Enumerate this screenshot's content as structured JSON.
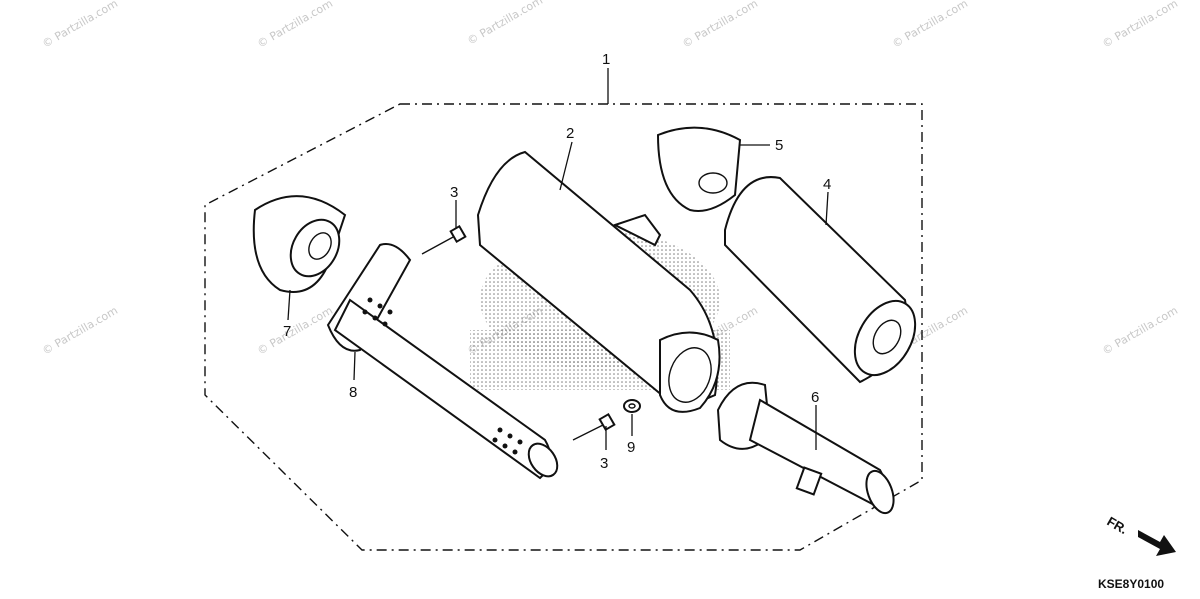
{
  "watermark": "© Partzilla.com",
  "diagram_code": "KSE8Y0100",
  "front_label": "FR.",
  "callouts": [
    {
      "id": "c1",
      "label": "1"
    },
    {
      "id": "c2",
      "label": "2"
    },
    {
      "id": "c3a",
      "label": "3"
    },
    {
      "id": "c3b",
      "label": "3"
    },
    {
      "id": "c4",
      "label": "4"
    },
    {
      "id": "c5",
      "label": "5"
    },
    {
      "id": "c6",
      "label": "6"
    },
    {
      "id": "c7",
      "label": "7"
    },
    {
      "id": "c8",
      "label": "8"
    },
    {
      "id": "c9",
      "label": "9"
    }
  ],
  "colors": {
    "line": "#111111",
    "watermark": "#c8c8c8",
    "background": "#ffffff"
  }
}
